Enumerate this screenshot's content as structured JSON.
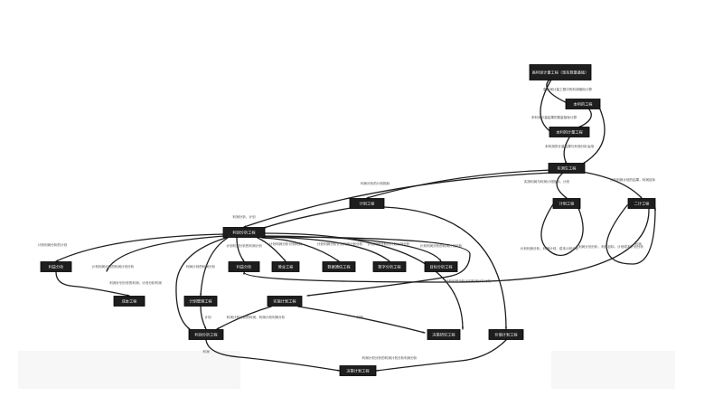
{
  "diagram": {
    "nodes": [
      {
        "id": "top",
        "label": "高利润计量工程（现有数量基础）",
        "shape": "rect"
      },
      {
        "id": "b",
        "label": "本利的工程",
        "shape": "rect"
      },
      {
        "id": "c",
        "label": "本利的计量工程",
        "shape": "rect"
      },
      {
        "id": "d",
        "label": "实测生工程",
        "shape": "rect"
      },
      {
        "id": "e",
        "label": "计划工程",
        "shape": "rect"
      },
      {
        "id": "f",
        "label": "计划工程",
        "shape": "rect"
      },
      {
        "id": "g",
        "label": "二计工程",
        "shape": "rect"
      },
      {
        "id": "hub",
        "label": "利润分析工程",
        "shape": "rect"
      },
      {
        "id": "r1",
        "label": "利益分析",
        "shape": "rect"
      },
      {
        "id": "r2",
        "label": "利益分析",
        "shape": "rect"
      },
      {
        "id": "r3",
        "label": "营业工程",
        "shape": "rect"
      },
      {
        "id": "r4",
        "label": "数据通信工程",
        "shape": "rect"
      },
      {
        "id": "r5",
        "label": "数字分析工程",
        "shape": "rect"
      },
      {
        "id": "r6",
        "label": "目标分析工程",
        "shape": "rect"
      },
      {
        "id": "s1",
        "label": "成本工程",
        "shape": "rect"
      },
      {
        "id": "s2",
        "label": "计划管理工程",
        "shape": "rect"
      },
      {
        "id": "s3",
        "label": "实施计划工程",
        "shape": "rect"
      },
      {
        "id": "t1",
        "label": "利润分析工程",
        "shape": "rect"
      },
      {
        "id": "t2",
        "label": "决策研究工程",
        "shape": "rect"
      },
      {
        "id": "t3",
        "label": "价值计划工程",
        "shape": "rect"
      },
      {
        "id": "bottom",
        "label": "决策计划工程",
        "shape": "rect"
      }
    ],
    "edges": [
      {
        "from": "top",
        "to": "b",
        "label": "高利润计量工程中的利润指标计算"
      },
      {
        "from": "top",
        "to": "c",
        "label": ""
      },
      {
        "from": "b",
        "to": "c",
        "label": "本利润计量结果的数量指标计算"
      },
      {
        "from": "b",
        "to": "d",
        "label": "本利润计量结果"
      },
      {
        "from": "c",
        "to": "d",
        "label": "本利润的计量结果与利润分析运用"
      },
      {
        "from": "d",
        "to": "e",
        "label": "利润分析的计划指标"
      },
      {
        "from": "d",
        "to": "f",
        "label": "实测利润与利润计划指标，计划"
      },
      {
        "from": "d",
        "to": "g",
        "label": "分析利润计划的结果，利润目标"
      },
      {
        "from": "d",
        "to": "hub",
        "label": "利润分析，计划"
      },
      {
        "from": "e",
        "to": "hub",
        "label": "利润分析，计划"
      },
      {
        "from": "e",
        "to": "t3",
        "label": ""
      },
      {
        "from": "f",
        "to": "r1",
        "label": "计划利润分析，利润计划，成本计划分析"
      },
      {
        "from": "g",
        "to": "r1",
        "label": "利润计划分析，利润目标，计划成本计划分析"
      },
      {
        "from": "g",
        "to": "r2",
        "label": "利润"
      },
      {
        "from": "hub",
        "to": "r1",
        "label": "计划利润分析的计划"
      },
      {
        "from": "hub",
        "to": "r2",
        "label": "计划利润分析的利润计划"
      },
      {
        "from": "hub",
        "to": "r3",
        "label": "计划利润分析计划利润"
      },
      {
        "from": "hub",
        "to": "r4",
        "label": "计划利润分析计划利润计划分析"
      },
      {
        "from": "hub",
        "to": "r5",
        "label": "计划利润分析的计划计划分析"
      },
      {
        "from": "hub",
        "to": "r6",
        "label": "计划利润分析的利润计划分析"
      },
      {
        "from": "hub",
        "to": "s1",
        "label": "计划利润分析的利润计划分析"
      },
      {
        "from": "hub",
        "to": "s2",
        "label": "利润计划的利润分析"
      },
      {
        "from": "hub",
        "to": "s3",
        "label": "计划利润分析计划利润分析计划"
      },
      {
        "from": "hub",
        "to": "t1",
        "label": ""
      },
      {
        "from": "hub",
        "to": "t2",
        "label": ""
      },
      {
        "from": "s2",
        "to": "t1",
        "label": "计划"
      },
      {
        "from": "s3",
        "to": "t1",
        "label": "利润计划分析的利润，利润计划利润分析"
      },
      {
        "from": "s3",
        "to": "t2",
        "label": "利润"
      },
      {
        "from": "r1",
        "to": "t2",
        "label": "利润计划分析的利润，计划分析利润"
      },
      {
        "from": "t1",
        "to": "bottom",
        "label": "利润"
      },
      {
        "from": "t3",
        "to": "bottom",
        "label": "利润计划分析的利润计划分析利润分析"
      }
    ]
  }
}
